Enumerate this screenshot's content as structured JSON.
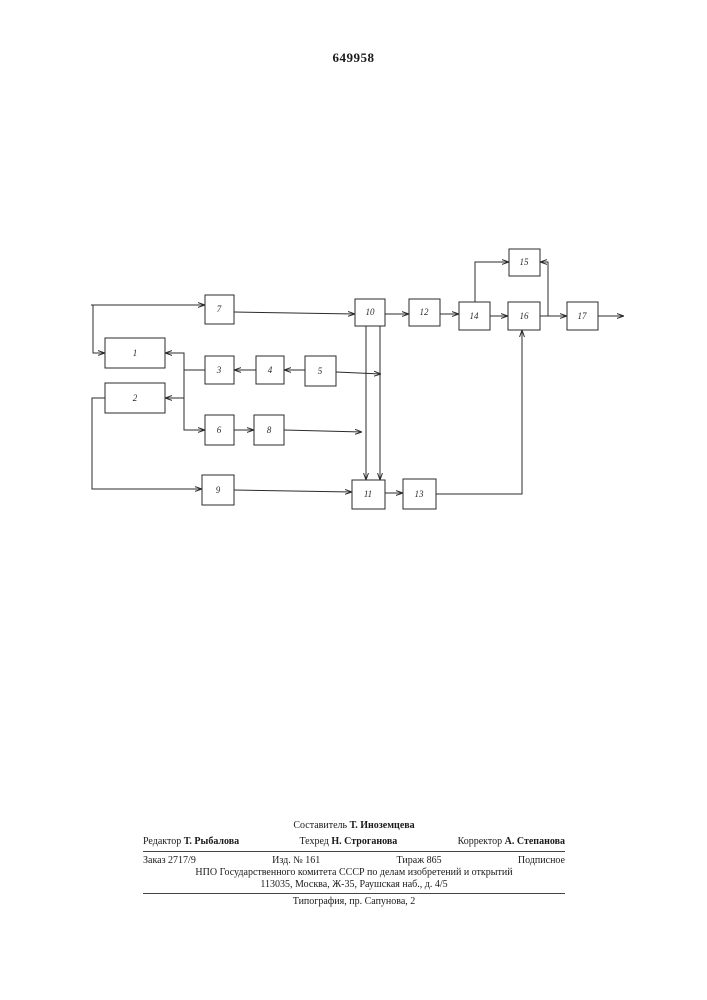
{
  "patent_number": "649958",
  "diagram": {
    "blocks": [
      {
        "id": "b1",
        "label": "1"
      },
      {
        "id": "b2",
        "label": "2"
      },
      {
        "id": "b3",
        "label": "3"
      },
      {
        "id": "b4",
        "label": "4"
      },
      {
        "id": "b5",
        "label": "5"
      },
      {
        "id": "b6",
        "label": "6"
      },
      {
        "id": "b7",
        "label": "7"
      },
      {
        "id": "b8",
        "label": "8"
      },
      {
        "id": "b9",
        "label": "9"
      },
      {
        "id": "b10",
        "label": "10"
      },
      {
        "id": "b11",
        "label": "11"
      },
      {
        "id": "b12",
        "label": "12"
      },
      {
        "id": "b13",
        "label": "13"
      },
      {
        "id": "b14",
        "label": "14"
      },
      {
        "id": "b15",
        "label": "15"
      },
      {
        "id": "b16",
        "label": "16"
      },
      {
        "id": "b17",
        "label": "17"
      }
    ]
  },
  "footer": {
    "compiler": {
      "label": "Составитель",
      "name": "Т. Иноземцева"
    },
    "editor": {
      "label": "Редактор",
      "name": "Т. Рыбалова"
    },
    "techred": {
      "label": "Техред",
      "name": "Н. Строганова"
    },
    "corrector": {
      "label": "Корректор",
      "name": "А. Степанова"
    },
    "order": "Заказ 2717/9",
    "edition": "Изд. № 161",
    "print_run": "Тираж 865",
    "subscription": "Подписное",
    "org_line": "НПО Государственного комитета СССР по делам изобретений и открытий",
    "address": "113035, Москва, Ж-35, Раушская наб., д. 4/5",
    "typography": "Типография, пр. Сапунова, 2"
  }
}
